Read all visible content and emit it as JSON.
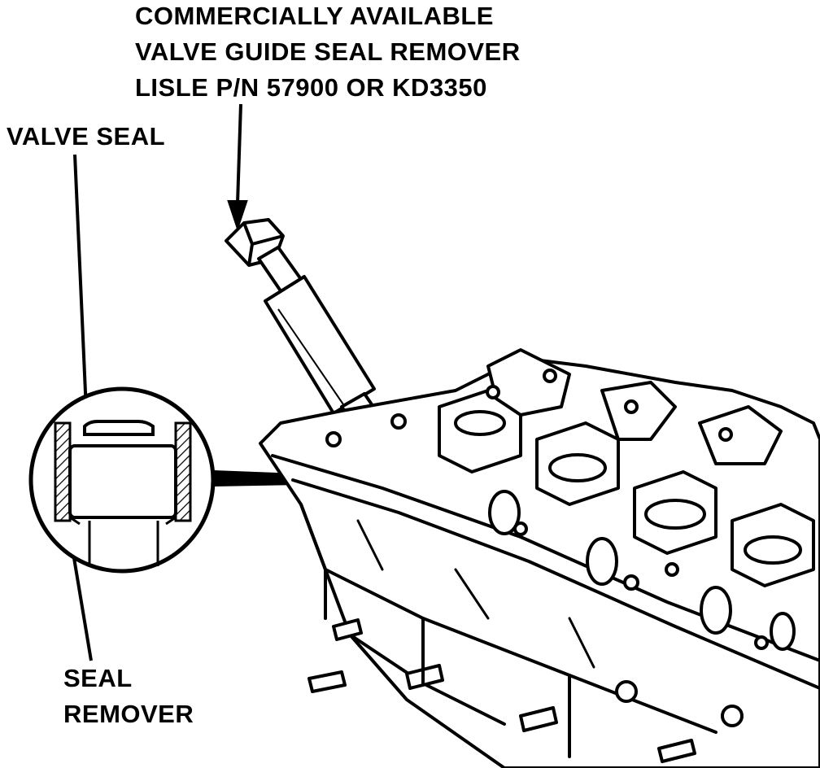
{
  "labels": {
    "tool": {
      "line1": "COMMERCIALLY AVAILABLE",
      "line2": "VALVE GUIDE SEAL REMOVER",
      "line3": "LISLE P/N 57900 OR KD3350"
    },
    "valve_seal": "VALVE SEAL",
    "seal_remover": {
      "line1": "SEAL",
      "line2": "REMOVER"
    }
  },
  "colors": {
    "ink": "#000000",
    "paper": "#ffffff"
  }
}
